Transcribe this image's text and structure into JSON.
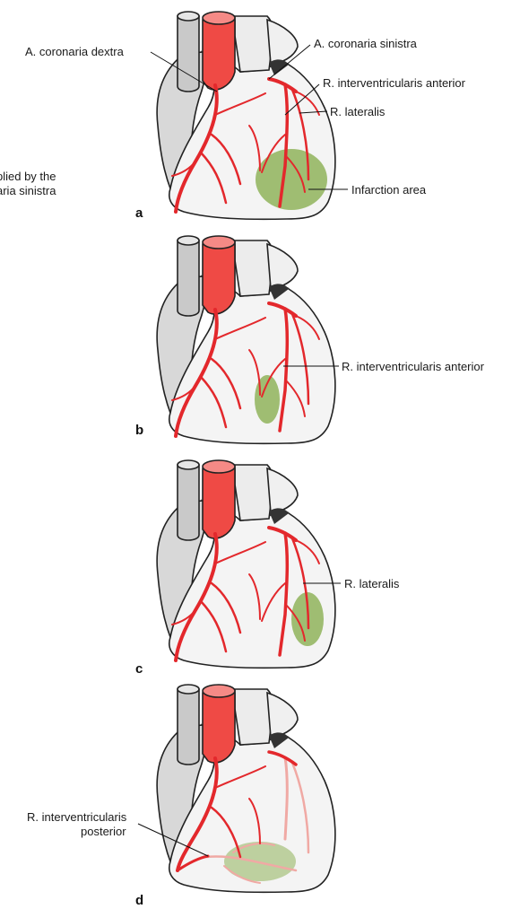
{
  "figure": {
    "side_note_lines": [
      "plied by the",
      "aria sinistra"
    ],
    "panels": [
      {
        "letter": "a",
        "labels": {
          "a_coronaria_dextra": "A. coronaria dextra",
          "a_coronaria_sinistra": "A. coronaria sinistra",
          "r_interventricularis_anterior": "R. interventricularis anterior",
          "r_lateralis": "R. lateralis",
          "infarction_area": "Infarction area"
        }
      },
      {
        "letter": "b",
        "labels": {
          "r_interventricularis_anterior": "R. interventricularis anterior"
        }
      },
      {
        "letter": "c",
        "labels": {
          "r_lateralis": "R. lateralis"
        }
      },
      {
        "letter": "d",
        "labels": {
          "r_interventricularis_posterior_line1": "R. interventricularis",
          "r_interventricularis_posterior_line2": "posterior"
        }
      }
    ]
  },
  "colors": {
    "artery": "#e3282c",
    "artery_faint": "#f0a9a4",
    "infarct": "#8fb35a",
    "heart_fill": "#f4f4f4",
    "vessel_gray": "#c9c9c9",
    "aorta_red": "#ef4a45"
  }
}
